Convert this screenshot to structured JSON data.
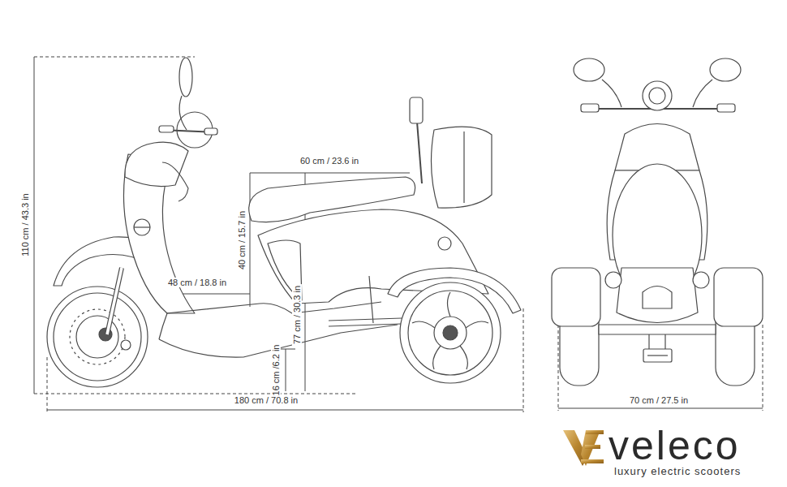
{
  "diagram": {
    "labels": [
      "110 cm / 43.3 in",
      "60 cm / 23.6 in",
      "40 cm / 15.7 in",
      "48 cm / 18.8 in",
      "77 cm / 30.3 in",
      "16 cm /6.2 in",
      "180 cm / 70.8 in",
      "70 cm / 27.5 in",
      "veleco",
      "luxury electric scooters"
    ]
  }
}
